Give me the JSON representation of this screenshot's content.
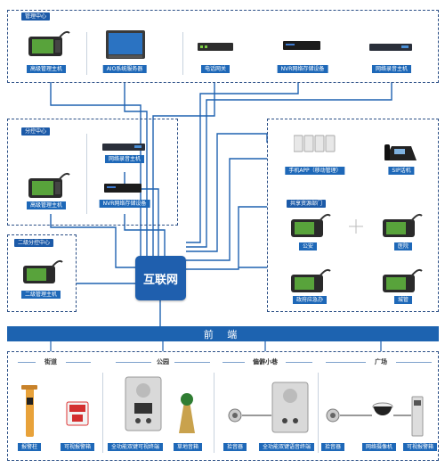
{
  "groups": {
    "management_center": "管理中心",
    "branch_center": "分控中心",
    "secondary_branch_center": "二级分控中心",
    "shared_resources": "共享资源部门"
  },
  "hub_label": "互联网",
  "front_label": "前 端",
  "management_devices": [
    "高级管理主机",
    "AIO系统服务器",
    "电话网关",
    "NVR网络存储设备",
    "网络录音主机"
  ],
  "branch_devices": [
    "网络录音主机",
    "高级管理主机",
    "NVR网络存储设备"
  ],
  "secondary_devices": [
    "二级管理主机"
  ],
  "mobile_devices": [
    "手机APP（移动管理）",
    "SIP话机"
  ],
  "shared_devices": [
    "公安",
    "医院",
    "政府应急办",
    "城管"
  ],
  "zones": [
    "街道",
    "公园",
    "偏僻小巷",
    "广场"
  ],
  "front_devices": [
    "报警柱",
    "可视报警箱",
    "全功能双键可视终端",
    "草地音箱",
    "拾音器",
    "全功能双键语音终端",
    "拾音器",
    "网络摄像机",
    "可视报警箱"
  ],
  "colors": {
    "brand": "#1f5fae",
    "border": "#2b4f86",
    "label_bg": "#1e68b8"
  }
}
